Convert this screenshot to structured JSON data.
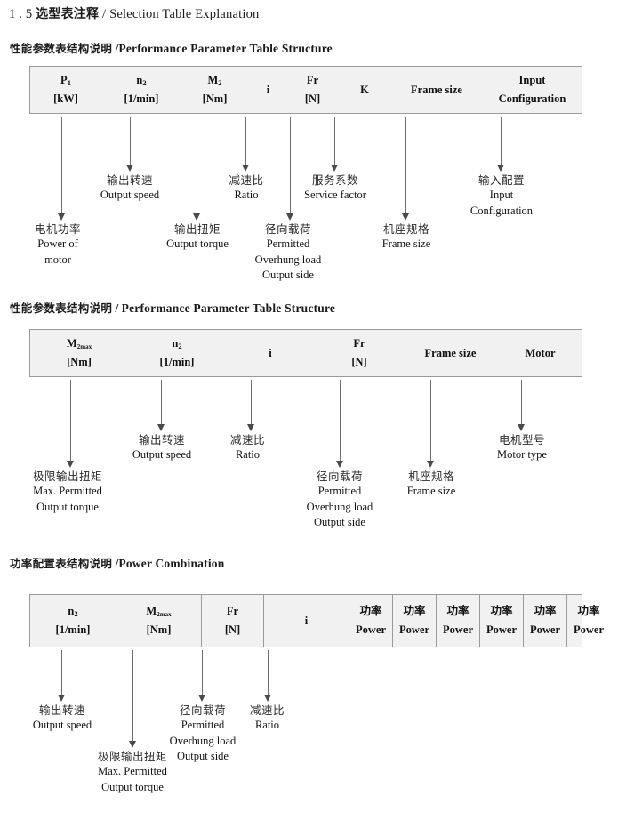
{
  "document": {
    "section_number": "1 . 5",
    "title_cn": "选型表注释",
    "title_sep": "/",
    "title_en": "Selection Table Explanation"
  },
  "sections": [
    {
      "heading_cn": "性能参数表结构说明",
      "heading_sep": "/",
      "heading_en": "Performance Parameter Table Structure",
      "table": {
        "divided": false,
        "columns": [
          {
            "line1": "P",
            "sub1": "1",
            "line2": "[kW]"
          },
          {
            "line1": "n",
            "sub1": "2",
            "line2": "[1/min]"
          },
          {
            "line1": "M",
            "sub1": "2",
            "line2": "[Nm]"
          },
          {
            "line1": "",
            "sub1": "",
            "line2": "i"
          },
          {
            "line1": "Fr",
            "sub1": "",
            "line2": "[N]"
          },
          {
            "line1": "",
            "sub1": "",
            "line2": "K"
          },
          {
            "line1": "",
            "sub1": "",
            "line2": "Frame size"
          },
          {
            "line1": "Input",
            "sub1": "",
            "line2": "Configuration"
          }
        ]
      },
      "annotations": [
        {
          "cn": "电机功率",
          "en": [
            "Power of",
            "motor"
          ]
        },
        {
          "cn": "输出转速",
          "en": [
            "Output speed"
          ]
        },
        {
          "cn": "输出扭矩",
          "en": [
            "Output torque"
          ]
        },
        {
          "cn": "减速比",
          "en": [
            "Ratio"
          ]
        },
        {
          "cn": "径向载荷",
          "en": [
            "Permitted",
            "Overhung load",
            "Output side"
          ]
        },
        {
          "cn": "服务系数",
          "en": [
            "Service factor"
          ]
        },
        {
          "cn": "机座规格",
          "en": [
            "Frame size"
          ]
        },
        {
          "cn": "输入配置",
          "en": [
            "Input",
            "Configuration"
          ]
        }
      ]
    },
    {
      "heading_cn": "性能参数表结构说明",
      "heading_sep": "/",
      "heading_en": "Performance Parameter Table Structure",
      "table": {
        "divided": false,
        "columns": [
          {
            "line1": "M",
            "sub1": "2max",
            "line2": "[Nm]"
          },
          {
            "line1": "n",
            "sub1": "2",
            "line2": "[1/min]"
          },
          {
            "line1": "",
            "sub1": "",
            "line2": "i"
          },
          {
            "line1": "Fr",
            "sub1": "",
            "line2": "[N]"
          },
          {
            "line1": "",
            "sub1": "",
            "line2": "Frame size"
          },
          {
            "line1": "",
            "sub1": "",
            "line2": "Motor"
          }
        ]
      },
      "annotations": [
        {
          "cn": "极限输出扭矩",
          "en": [
            "Max. Permitted",
            "Output  torque"
          ]
        },
        {
          "cn": "输出转速",
          "en": [
            "Output speed"
          ]
        },
        {
          "cn": "减速比",
          "en": [
            "Ratio"
          ]
        },
        {
          "cn": "径向载荷",
          "en": [
            "Permitted",
            "Overhung load",
            "Output side"
          ]
        },
        {
          "cn": "机座规格",
          "en": [
            "Frame size"
          ]
        },
        {
          "cn": "电机型号",
          "en": [
            "Motor type"
          ]
        }
      ]
    },
    {
      "heading_cn": "功率配置表结构说明",
      "heading_sep": "/",
      "heading_en": "Power Combination",
      "table": {
        "divided": true,
        "columns": [
          {
            "line1": "n",
            "sub1": "2",
            "line2": "[1/min]"
          },
          {
            "line1": "M",
            "sub1": "2max",
            "line2": "[Nm]"
          },
          {
            "line1": "Fr",
            "sub1": "",
            "line2": "[N]"
          },
          {
            "line1": "",
            "sub1": "",
            "line2": "i"
          },
          {
            "line1": "功率",
            "sub1": "",
            "line2": "Power"
          },
          {
            "line1": "功率",
            "sub1": "",
            "line2": "Power"
          },
          {
            "line1": "功率",
            "sub1": "",
            "line2": "Power"
          },
          {
            "line1": "功率",
            "sub1": "",
            "line2": "Power"
          },
          {
            "line1": "功率",
            "sub1": "",
            "line2": "Power"
          },
          {
            "line1": "功率",
            "sub1": "",
            "line2": "Power"
          }
        ]
      },
      "annotations": [
        {
          "cn": "输出转速",
          "en": [
            "Output speed"
          ]
        },
        {
          "cn": "极限输出扭矩",
          "en": [
            "Max. Permitted",
            "Output  torque"
          ]
        },
        {
          "cn": "径向载荷",
          "en": [
            "Permitted",
            "Overhung load",
            "Output side"
          ]
        },
        {
          "cn": "减速比",
          "en": [
            "Ratio"
          ]
        }
      ]
    }
  ],
  "colors": {
    "table_fill": "#f1f1f1",
    "table_border": "#9a9a9a",
    "arrow": "#6e6e6e",
    "text": "#111111"
  }
}
